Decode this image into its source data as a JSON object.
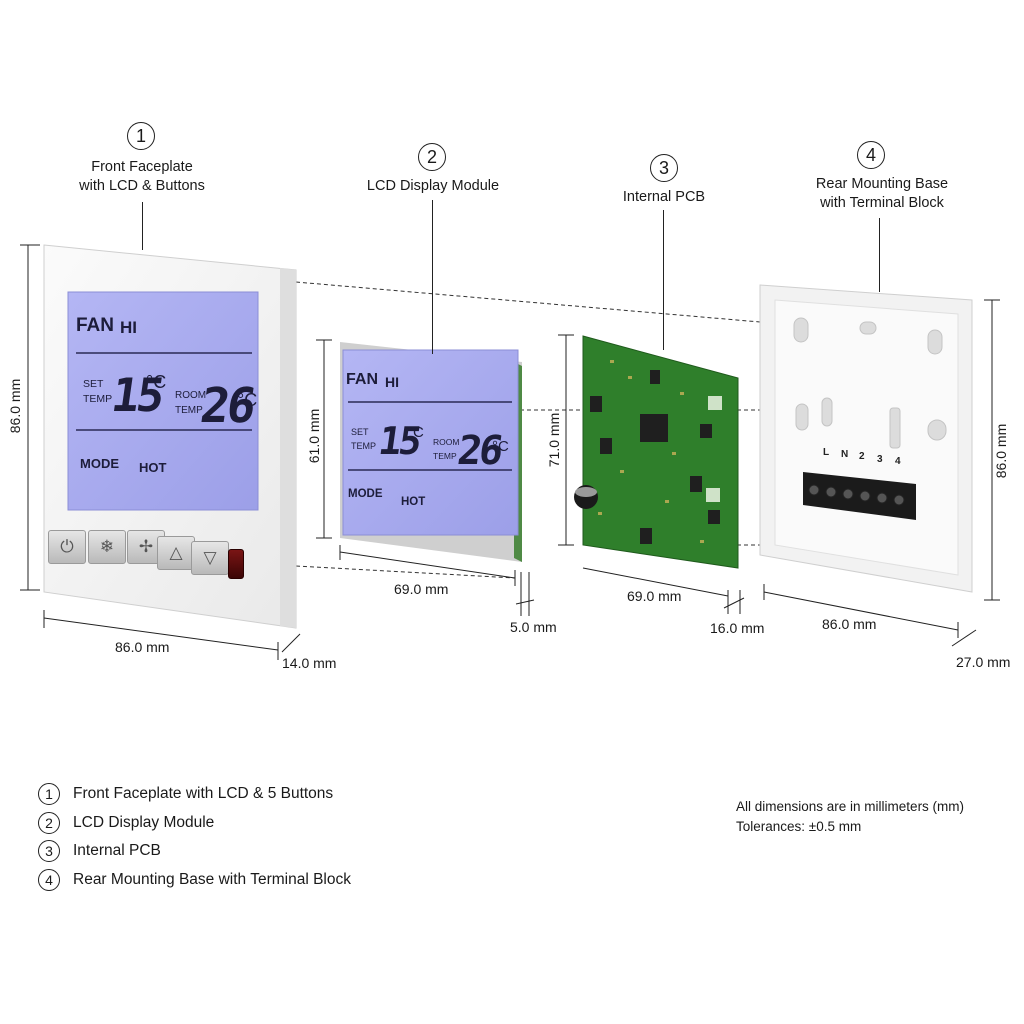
{
  "components": [
    {
      "number": "1",
      "label_line1": "Front Faceplate",
      "label_line2": "with LCD & Buttons"
    },
    {
      "number": "2",
      "label_line1": "LCD Display Module",
      "label_line2": ""
    },
    {
      "number": "3",
      "label_line1": "Internal PCB",
      "label_line2": ""
    },
    {
      "number": "4",
      "label_line1": "Rear Mounting Base",
      "label_line2": "with Terminal Block"
    }
  ],
  "lcd": {
    "fan": "FAN",
    "fan_speed": "HI",
    "set_label_1": "SET",
    "set_label_2": "TEMP",
    "set_temp": "15",
    "room_label_1": "ROOM",
    "room_label_2": "TEMP",
    "room_temp": "26",
    "unit": "°C",
    "mode": "MODE",
    "mode_value": "HOT"
  },
  "buttons": [
    {
      "icon": "power-icon",
      "glyph": "⏻"
    },
    {
      "icon": "snowflake-icon",
      "glyph": "❄"
    },
    {
      "icon": "fan-icon",
      "glyph": "✢"
    },
    {
      "icon": "up-arrow-icon",
      "glyph": "△"
    },
    {
      "icon": "down-arrow-icon",
      "glyph": "▽"
    }
  ],
  "terminal_labels": [
    "L",
    "N",
    "2",
    "3",
    "4"
  ],
  "dimensions": {
    "faceplate_height": "86.0 mm",
    "faceplate_width": "86.0 mm",
    "faceplate_depth": "14.0 mm",
    "lcd_height": "61.0 mm",
    "lcd_width": "69.0 mm",
    "lcd_depth": "5.0 mm",
    "pcb_height": "71.0 mm",
    "pcb_width": "69.0 mm",
    "pcb_depth": "16.0 mm",
    "base_height": "86.0 mm",
    "base_width": "86.0 mm",
    "base_depth": "27.0 mm"
  },
  "legend": [
    {
      "number": "1",
      "text": "Front Faceplate with LCD & 5 Buttons"
    },
    {
      "number": "2",
      "text": "LCD Display Module"
    },
    {
      "number": "3",
      "text": "Internal PCB"
    },
    {
      "number": "4",
      "text": "Rear Mounting Base with Terminal Block"
    }
  ],
  "notes": {
    "line1": "All dimensions are in millimeters (mm)",
    "line2": "Tolerances:  ±0.5 mm"
  },
  "colors": {
    "lcd_background": "#a9abef",
    "pcb_green": "#2e7d2a",
    "plastic_white": "#f4f4f4",
    "terminal_black": "#1b1b1b"
  }
}
